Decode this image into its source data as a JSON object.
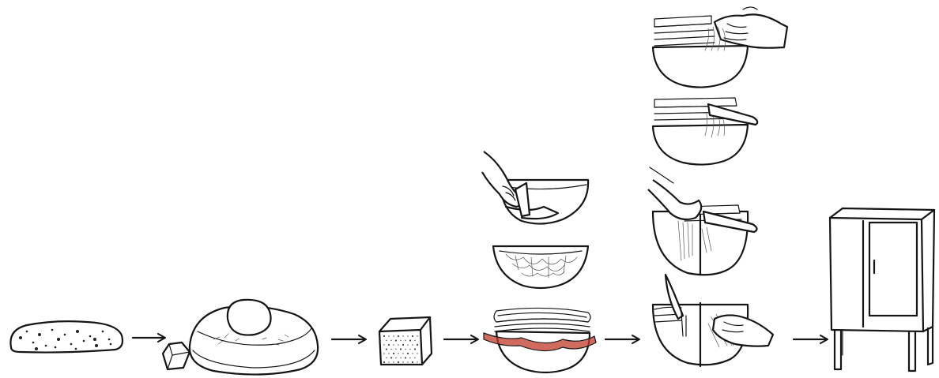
{
  "figure": {
    "steps": [
      {
        "id": "raw-slab",
        "icon": "speckled-slab-icon"
      },
      {
        "id": "mound",
        "icon": "mound-with-lump-icon"
      },
      {
        "id": "block",
        "icon": "porous-cube-icon"
      },
      {
        "id": "layered-bowl",
        "icon": "layered-bowl-icon"
      },
      {
        "id": "bowl-processing",
        "icon": "bowl-stack-icon"
      },
      {
        "id": "cabinet",
        "icon": "cabinet-icon"
      }
    ],
    "arrows": 5,
    "colors": {
      "ink": "#151515",
      "accent": "#c0392b",
      "background": "#ffffff"
    }
  }
}
